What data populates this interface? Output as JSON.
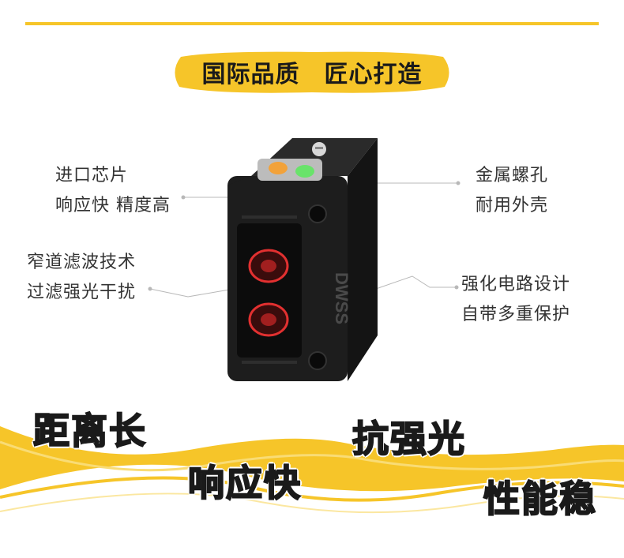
{
  "header": {
    "title": "国际品质　匠心打造"
  },
  "features": {
    "left_top": [
      "进口芯片",
      "响应快 精度高"
    ],
    "left_bottom": [
      "窄道滤波技术",
      "过滤强光干扰"
    ],
    "right_top": [
      "金属螺孔",
      "耐用外壳"
    ],
    "right_bottom": [
      "强化电路设计",
      "自带多重保护"
    ]
  },
  "product": {
    "logo_text": "DWSS"
  },
  "slogans": {
    "distance": "距离长",
    "response": "响应快",
    "anti_light": "抗强光",
    "stability": "性能稳"
  },
  "colors": {
    "accent_yellow": "#f6c529",
    "body_black": "#1b1b1b",
    "lens_red": "#e23030",
    "led_green": "#69e36a",
    "led_amber": "#f2a23a"
  }
}
